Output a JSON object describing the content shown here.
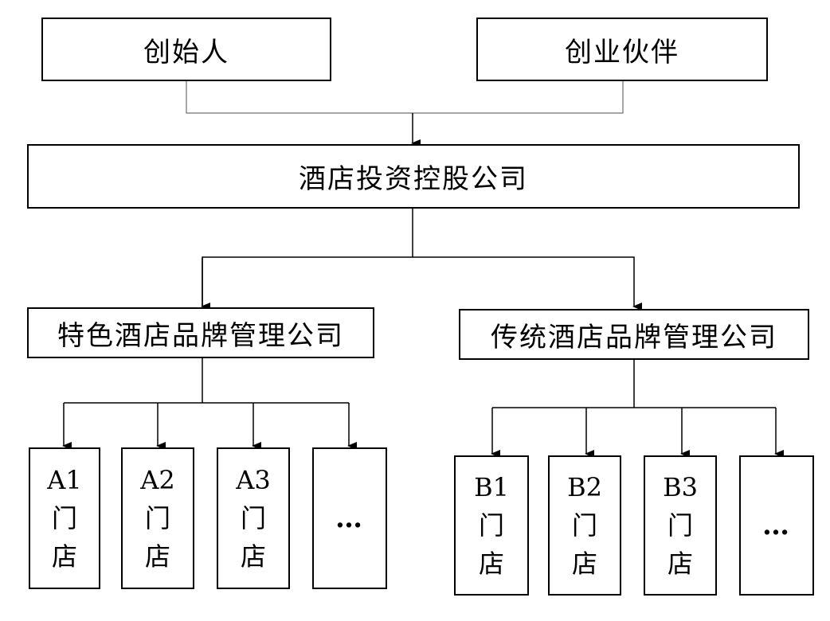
{
  "founders": {
    "founder": "创始人",
    "partner": "创业伙伴"
  },
  "holding": "酒店投资控股公司",
  "brands": {
    "feature": "特色酒店品牌管理公司",
    "traditional": "传统酒店品牌管理公司"
  },
  "stores_a": [
    {
      "code": "A1",
      "label": "门",
      "suffix": "店"
    },
    {
      "code": "A2",
      "label": "门",
      "suffix": "店"
    },
    {
      "code": "A3",
      "label": "门",
      "suffix": "店"
    }
  ],
  "stores_b": [
    {
      "code": "B1",
      "label": "门",
      "suffix": "店"
    },
    {
      "code": "B2",
      "label": "门",
      "suffix": "店"
    },
    {
      "code": "B3",
      "label": "门",
      "suffix": "店"
    }
  ],
  "more": "…",
  "colors": {
    "line": "#000000",
    "connector": "#888888",
    "box": "#000000"
  }
}
